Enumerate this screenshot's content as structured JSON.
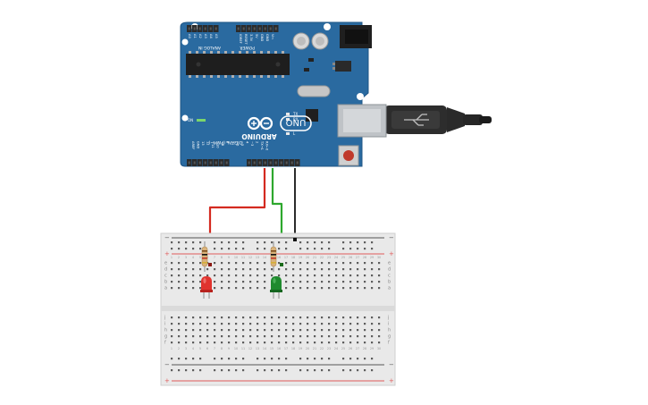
{
  "board": {
    "brand_label": "ARDUINO",
    "model_label": "UNO",
    "analog_header_label": "ANALOG IN",
    "power_header_label": "POWER",
    "digital_header_label": "DIGITAL (PWM~)",
    "on_label": "ON",
    "led_labels": [
      "TX",
      "RX",
      "L"
    ],
    "analog_pins": [
      "A0",
      "A1",
      "A2",
      "A3",
      "A4",
      "A5"
    ],
    "power_pins": [
      "IOREF",
      "RESET",
      "3.3V",
      "5V",
      "GND",
      "GND",
      "Vin"
    ],
    "digital_pins": [
      "AREF",
      "GND",
      "13",
      "12",
      "~11",
      "~10",
      "~9",
      "8",
      "7",
      "~6",
      "~5",
      "4",
      "~3",
      "2",
      "TX→1",
      "RX←0"
    ],
    "colors": {
      "pcb": "#2a6aa0",
      "pcb_dark": "#1f5585",
      "header": "#2b2b2b",
      "usb": "#bfc3c7",
      "reset_button": "#c0392b"
    }
  },
  "breadboard": {
    "row_letters_top": [
      "a",
      "b",
      "c",
      "d",
      "e"
    ],
    "row_letters_bottom": [
      "f",
      "g",
      "h",
      "i",
      "j"
    ],
    "column_count": 30,
    "rail_minus": "−",
    "rail_plus": "+",
    "colors": {
      "body": "#e9e9e9",
      "hole": "#5e5e5e",
      "rail_red": "#e05a5a",
      "rail_dark": "#555555"
    }
  },
  "components": [
    {
      "name": "resistor-1",
      "kind": "resistor"
    },
    {
      "name": "resistor-2",
      "kind": "resistor"
    },
    {
      "name": "led-red",
      "kind": "led",
      "color": "#e0332e"
    },
    {
      "name": "led-green",
      "kind": "led",
      "color": "#1f8a2e"
    }
  ],
  "wires": [
    {
      "name": "wire-red",
      "color": "#d42a20",
      "from": "~10",
      "to": "breadboard"
    },
    {
      "name": "wire-green",
      "color": "#2ea82e",
      "from": "~11",
      "to": "breadboard"
    },
    {
      "name": "wire-black",
      "color": "#2b2b2b",
      "from": "GND",
      "to": "breadboard"
    }
  ]
}
